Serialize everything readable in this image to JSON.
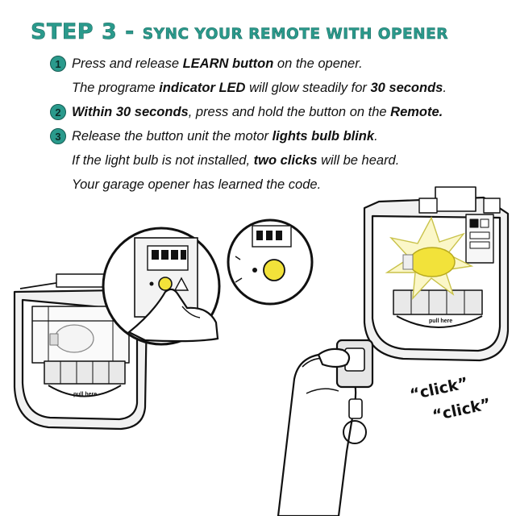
{
  "title": {
    "step": "STEP 3 - ",
    "subtitle": "SYNC YOUR REMOTE WITH OPENER"
  },
  "steps": [
    {
      "number": "1",
      "lines": [
        {
          "pre": "Press and release ",
          "bold": "LEARN button",
          "post": " on the opener."
        },
        {
          "pre": "The programe ",
          "bold": "indicator LED",
          "mid": " will glow steadily for ",
          "bold2": "30 seconds",
          "post": "."
        }
      ]
    },
    {
      "number": "2",
      "lines": [
        {
          "pre": "",
          "bold": "Within 30 seconds",
          "mid": ", press and hold the button on the ",
          "bold2": "Remote.",
          "post": ""
        }
      ]
    },
    {
      "number": "3",
      "lines": [
        {
          "pre": "Release the button unit the motor ",
          "bold": "lights bulb blink",
          "post": "."
        },
        {
          "pre": "If the light bulb is not installed, ",
          "bold": "two clicks",
          "post": " will be heard."
        },
        {
          "pre": "Your garage opener has learned the code.",
          "bold": "",
          "post": ""
        }
      ]
    }
  ],
  "illustration": {
    "click_1": "“click”",
    "click_2": "“click”",
    "pull_label_left": "pull here",
    "pull_label_right": "pull here",
    "accent_color": "#2a9a8c",
    "led_color": "#f2e23a"
  }
}
